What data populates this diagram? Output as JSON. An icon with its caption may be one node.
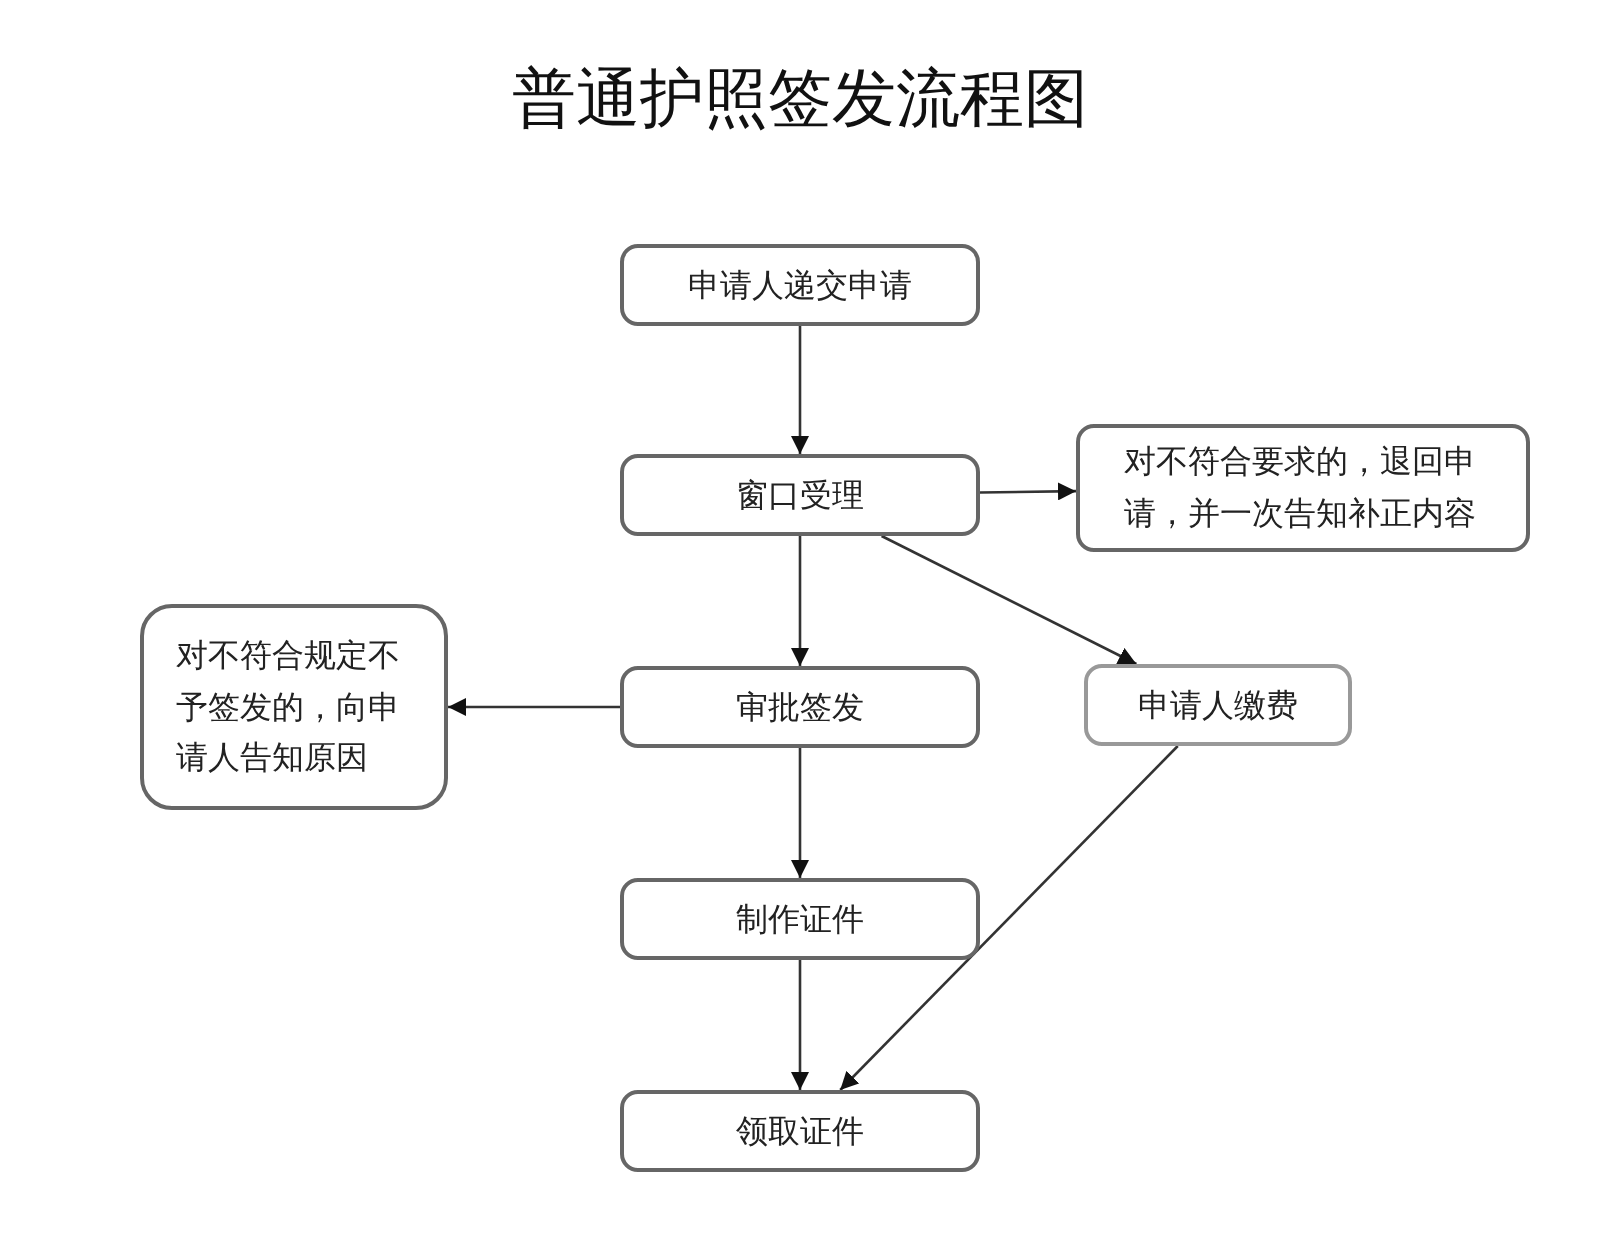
{
  "diagram": {
    "title": "普通护照签发流程图",
    "nodes": [
      {
        "text": [
          "申请人递交申请"
        ]
      },
      {
        "text": [
          "窗口受理"
        ]
      },
      {
        "text": [
          "对不符合要求的，退回申请，并一次告知补正内容"
        ]
      },
      {
        "text": [
          "对不符合规定不予签发的，向申请人告知原因"
        ]
      },
      {
        "text": [
          "审批签发"
        ]
      },
      {
        "text": [
          "申请人缴费"
        ]
      },
      {
        "text": [
          "制作证件"
        ]
      },
      {
        "text": [
          "领取证件"
        ]
      }
    ],
    "edges": [
      {
        "from": 0,
        "to": 1,
        "arrow": "to"
      },
      {
        "from": 1,
        "to": 2,
        "arrow": "to"
      },
      {
        "from": 1,
        "to": 4,
        "arrow": "to"
      },
      {
        "from": 1,
        "to": 5,
        "arrow": "to"
      },
      {
        "from": 4,
        "to": 3,
        "arrow": "to"
      },
      {
        "from": 4,
        "to": 6,
        "arrow": "to"
      },
      {
        "from": 6,
        "to": 7,
        "arrow": "to"
      },
      {
        "from": 5,
        "to": 7,
        "arrow": "to"
      }
    ]
  }
}
